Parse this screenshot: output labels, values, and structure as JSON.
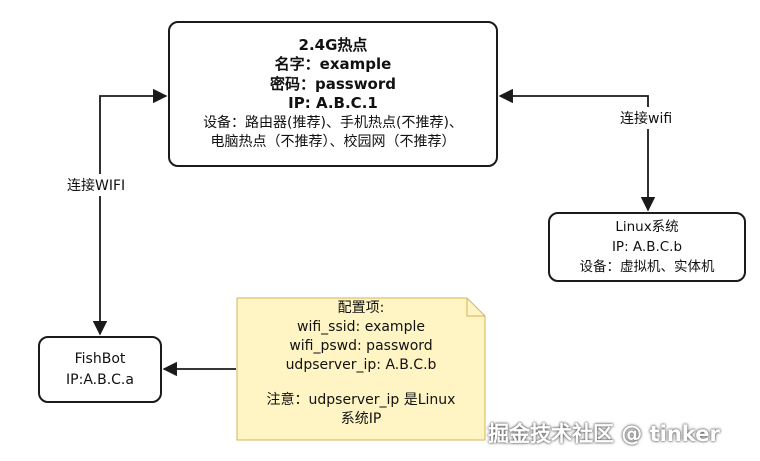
{
  "hotspot": {
    "title": "2.4G热点",
    "name_line": "名字：example",
    "password_line": "密码：password",
    "ip_line": "IP: A.B.C.1",
    "devices_line1": "设备：路由器(推荐)、手机热点(不推荐)、",
    "devices_line2": "电脑热点（不推荐）、校园网（不推荐）"
  },
  "linux": {
    "title": "Linux系统",
    "ip_line": "IP: A.B.C.b",
    "devices_line": "设备：虚拟机、实体机"
  },
  "fishbot": {
    "title": "FishBot",
    "ip_line": "IP:A.B.C.a"
  },
  "edges": {
    "left_label": "连接WIFI",
    "right_label": "连接wifi"
  },
  "note": {
    "heading": "配置项:",
    "ssid_line": "wifi_ssid: example",
    "pswd_line": "wifi_pswd: password",
    "udp_line": "udpserver_ip: A.B.C.b",
    "warning_line1": "注意：udpserver_ip 是Linux",
    "warning_line2": "系统IP",
    "fill_color": "#fff4c3",
    "border_color": "#d6b656"
  },
  "watermark": "掘金技术社区 @ tinker"
}
